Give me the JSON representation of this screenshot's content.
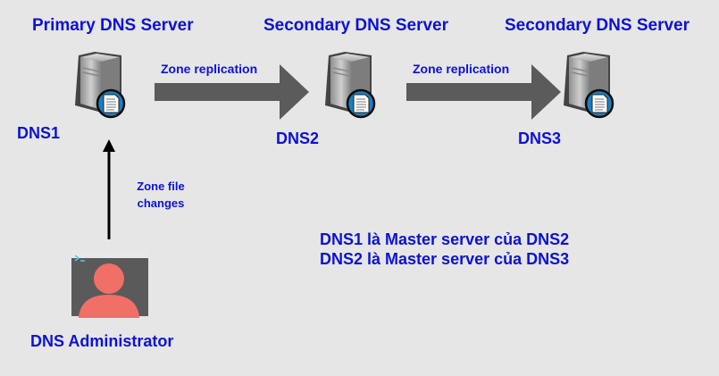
{
  "servers": [
    {
      "role": "Primary DNS Server",
      "name": "DNS1"
    },
    {
      "role": "Secondary DNS Server",
      "name": "DNS2"
    },
    {
      "role": "Secondary DNS Server",
      "name": "DNS3"
    }
  ],
  "replication_labels": [
    "Zone replication",
    "Zone replication"
  ],
  "zone_change": {
    "line1": "Zone file",
    "line2": "changes"
  },
  "admin_label": "DNS Administrator",
  "notes": [
    "DNS1 là Master server của DNS2",
    "DNS2 là Master server của DNS3"
  ],
  "colors": {
    "text": "#0c12d8",
    "arrow": "#5b5b5b",
    "background": "#e6e6e6",
    "admin_person": "#f06f66",
    "admin_screen": "#5a5a5a"
  }
}
